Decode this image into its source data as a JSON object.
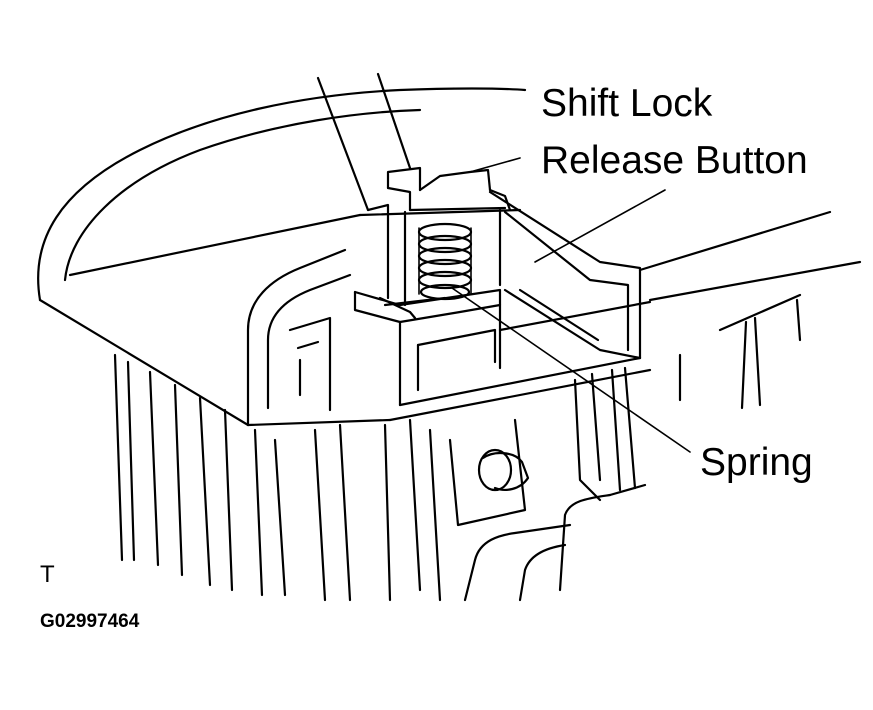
{
  "labels": {
    "shift_lock_line1": "Shift Lock",
    "shift_lock_line2": "Release Button",
    "spring": "Spring",
    "view_mark": "T",
    "figure_code": "G02997464"
  },
  "colors": {
    "line": "#000000",
    "background": "#ffffff"
  }
}
